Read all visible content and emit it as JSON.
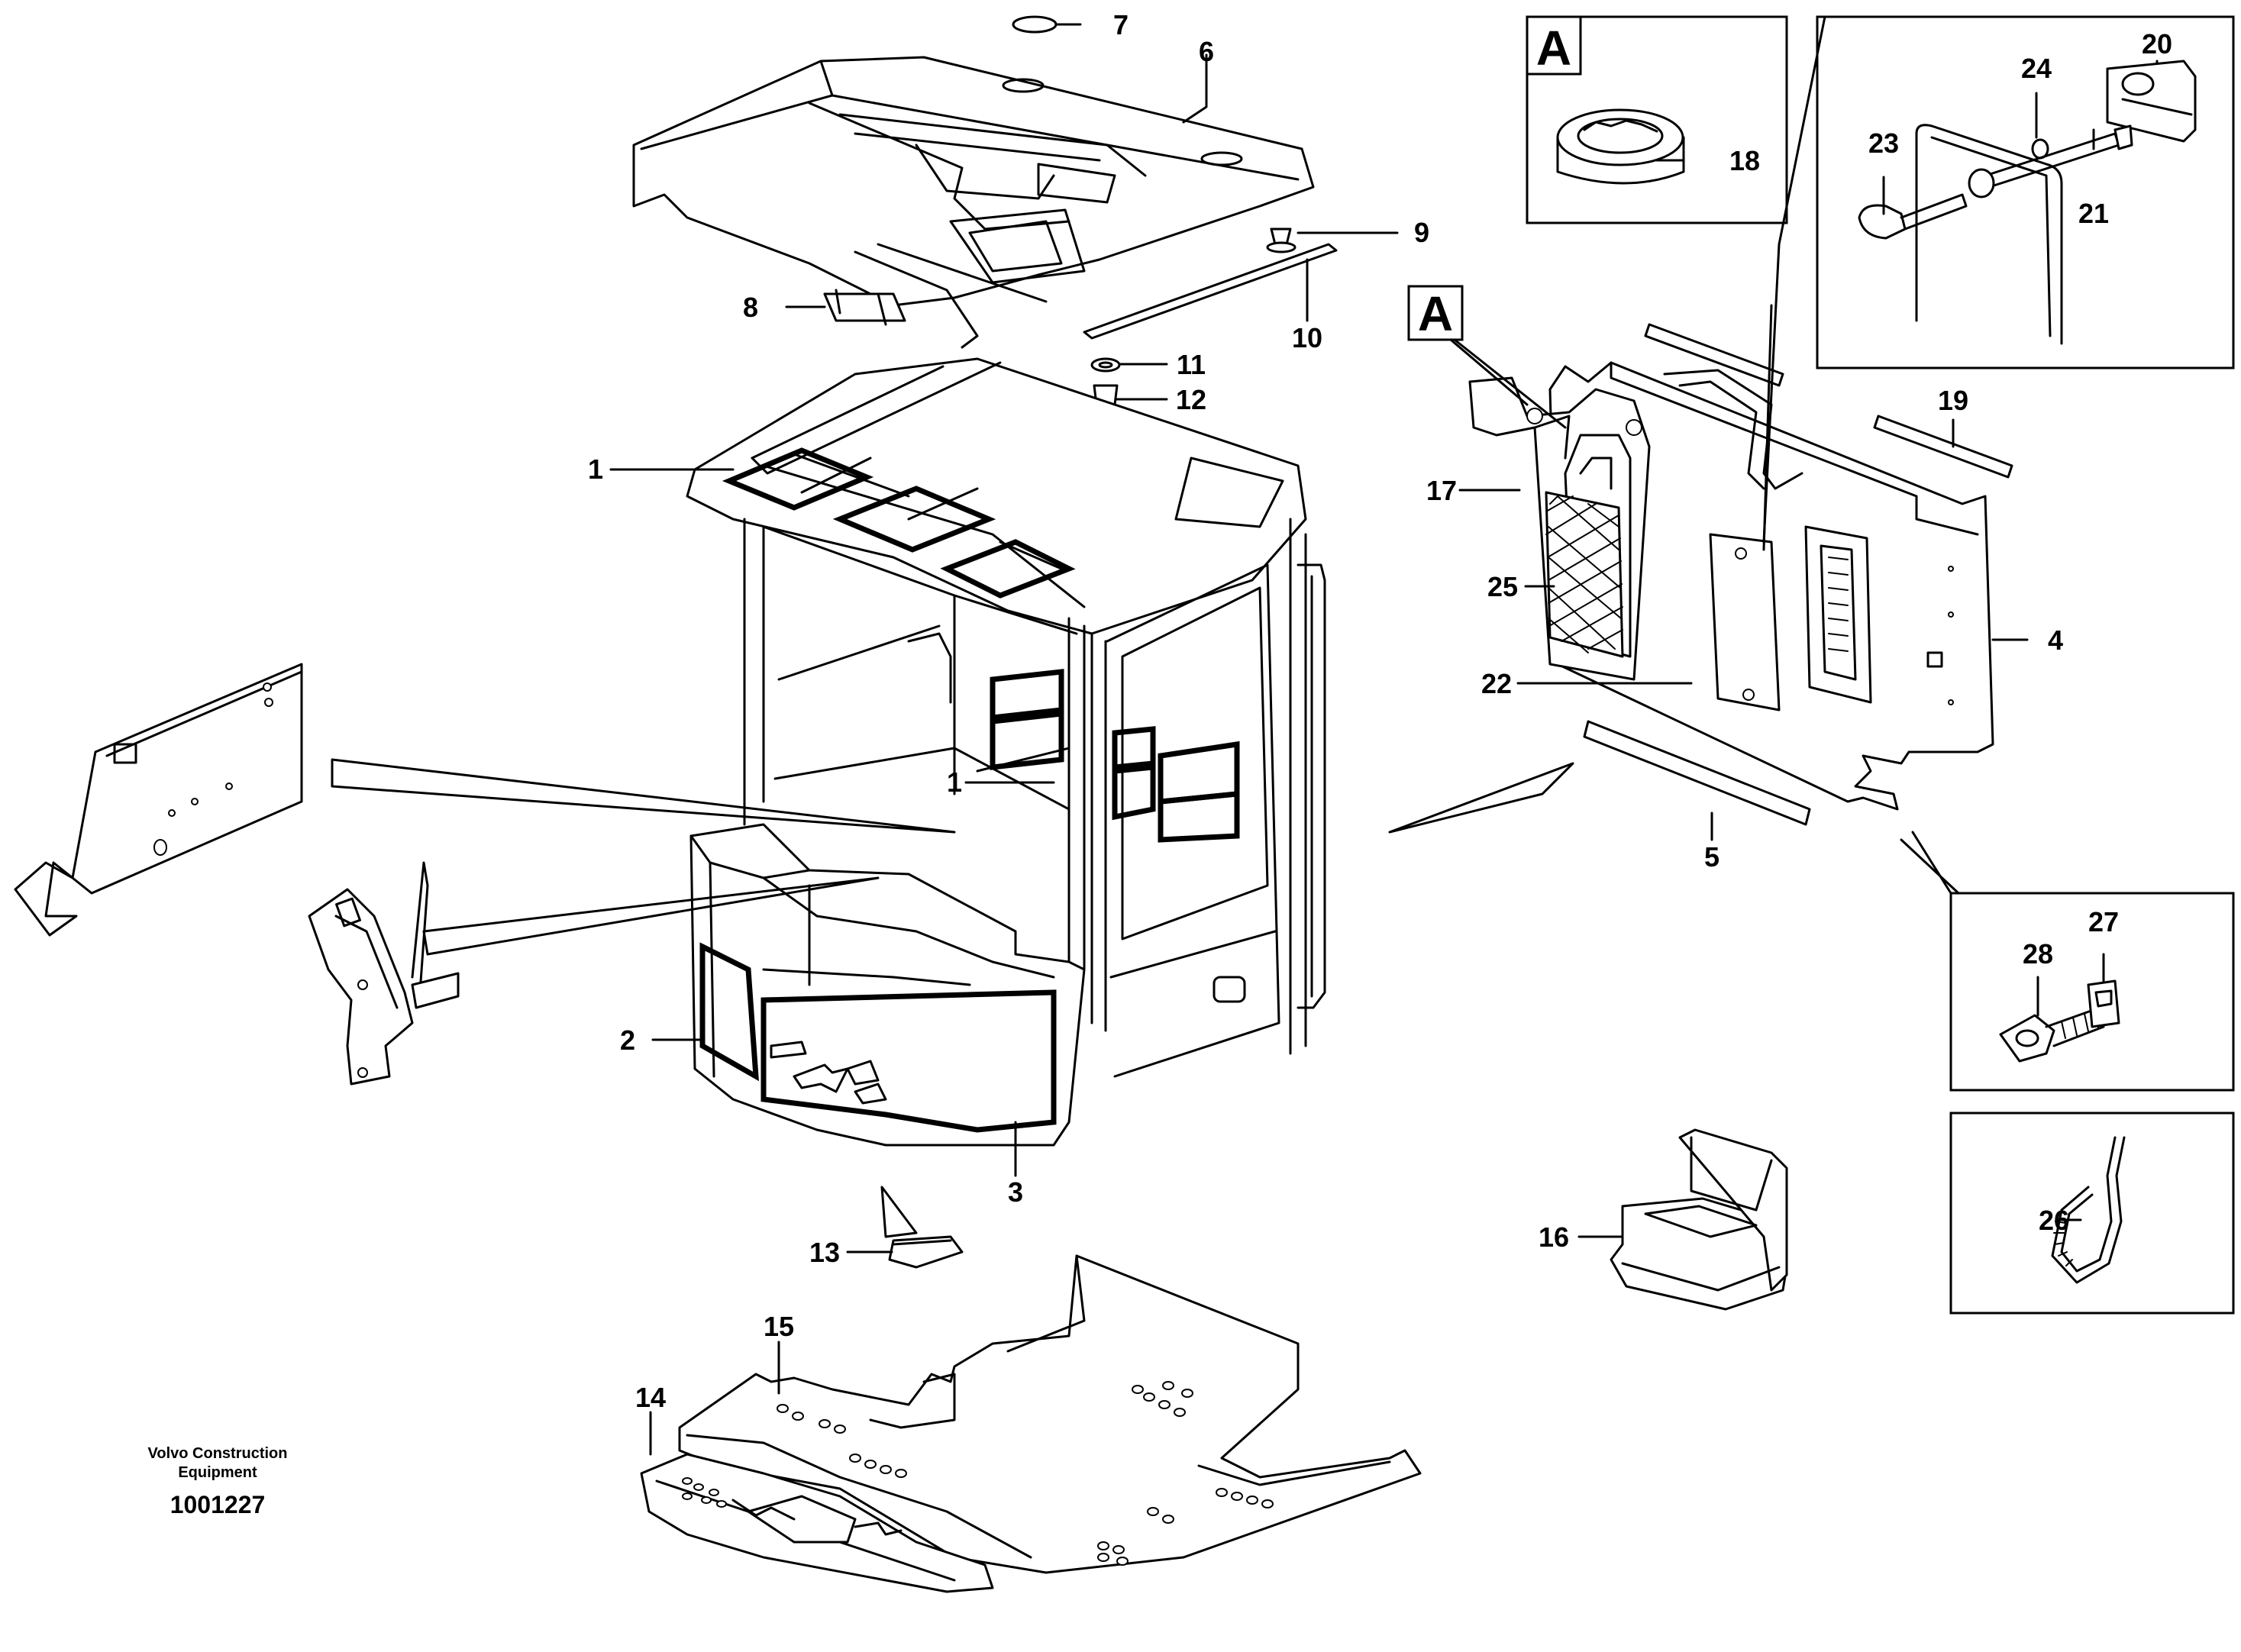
{
  "diagram": {
    "callouts": [
      {
        "id": "c1a",
        "label": "1"
      },
      {
        "id": "c1b",
        "label": "1"
      },
      {
        "id": "c2",
        "label": "2"
      },
      {
        "id": "c3",
        "label": "3"
      },
      {
        "id": "c4",
        "label": "4"
      },
      {
        "id": "c5",
        "label": "5"
      },
      {
        "id": "c6",
        "label": "6"
      },
      {
        "id": "c7",
        "label": "7"
      },
      {
        "id": "c8",
        "label": "8"
      },
      {
        "id": "c9",
        "label": "9"
      },
      {
        "id": "c10",
        "label": "10"
      },
      {
        "id": "c11",
        "label": "11"
      },
      {
        "id": "c12",
        "label": "12"
      },
      {
        "id": "c13",
        "label": "13"
      },
      {
        "id": "c14",
        "label": "14"
      },
      {
        "id": "c15",
        "label": "15"
      },
      {
        "id": "c16",
        "label": "16"
      },
      {
        "id": "c17",
        "label": "17"
      },
      {
        "id": "c18",
        "label": "18"
      },
      {
        "id": "c19",
        "label": "19"
      },
      {
        "id": "c20",
        "label": "20"
      },
      {
        "id": "c21",
        "label": "21"
      },
      {
        "id": "c22",
        "label": "22"
      },
      {
        "id": "c23",
        "label": "23"
      },
      {
        "id": "c24",
        "label": "24"
      },
      {
        "id": "c25",
        "label": "25"
      },
      {
        "id": "c26",
        "label": "26"
      },
      {
        "id": "c27",
        "label": "27"
      },
      {
        "id": "c28",
        "label": "28"
      }
    ],
    "detail_marker": "A",
    "detail_marker_ref": "A"
  },
  "footer": {
    "brand_line1": "Volvo Construction",
    "brand_line2": "Equipment",
    "document_number": "1001227"
  }
}
